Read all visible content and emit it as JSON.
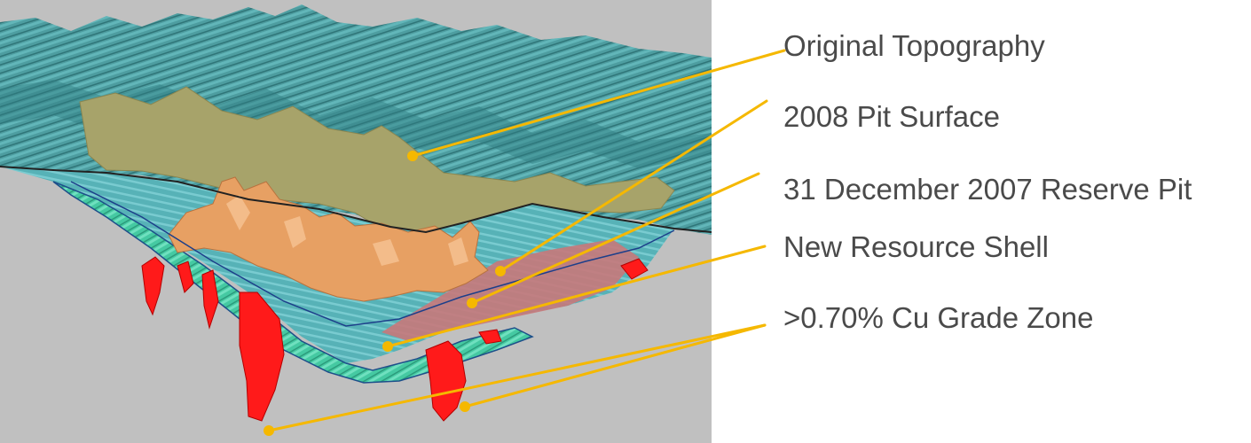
{
  "legend": {
    "items": [
      {
        "key": "original_topography",
        "label": "Original Topography",
        "color": "#4f9ea0"
      },
      {
        "key": "pit_2008",
        "label": "2008 Pit Surface",
        "color": "#a7a36a"
      },
      {
        "key": "reserve_pit_2007",
        "label": "31 December 2007 Reserve Pit",
        "color": "#c8787a"
      },
      {
        "key": "resource_shell",
        "label": "New Resource Shell",
        "color": "#4bd3a8"
      },
      {
        "key": "cu_grade_zone",
        "label": ">0.70% Cu Grade Zone",
        "color": "#ff1a1a"
      }
    ]
  },
  "colors": {
    "background_panel": "#c0c0c0",
    "leader_line": "#f5b800",
    "ore_body": "#e7a063"
  }
}
